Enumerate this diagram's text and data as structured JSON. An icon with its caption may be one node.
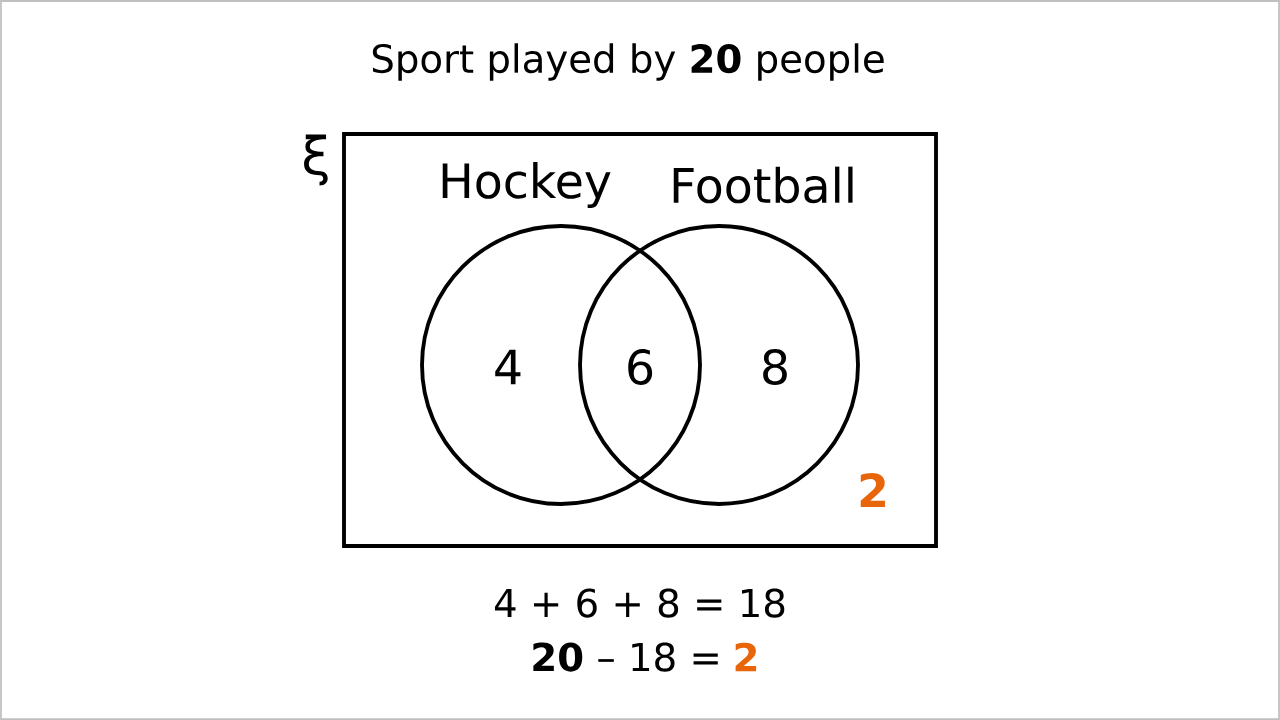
{
  "diagram": {
    "title": "Sport played by **20** people",
    "nodes": [
      {
        "text": [
          "ξ",
          "2"
        ]
      },
      {
        "text": [
          "Hockey",
          "4"
        ],
        "in": 0
      },
      {
        "text": [
          "Football",
          "8"
        ],
        "in": 0
      }
    ],
    "labels": [
      "6",
      "4 + 6 + 8 = 18",
      "**20** – 18 =",
      "2"
    ]
  }
}
